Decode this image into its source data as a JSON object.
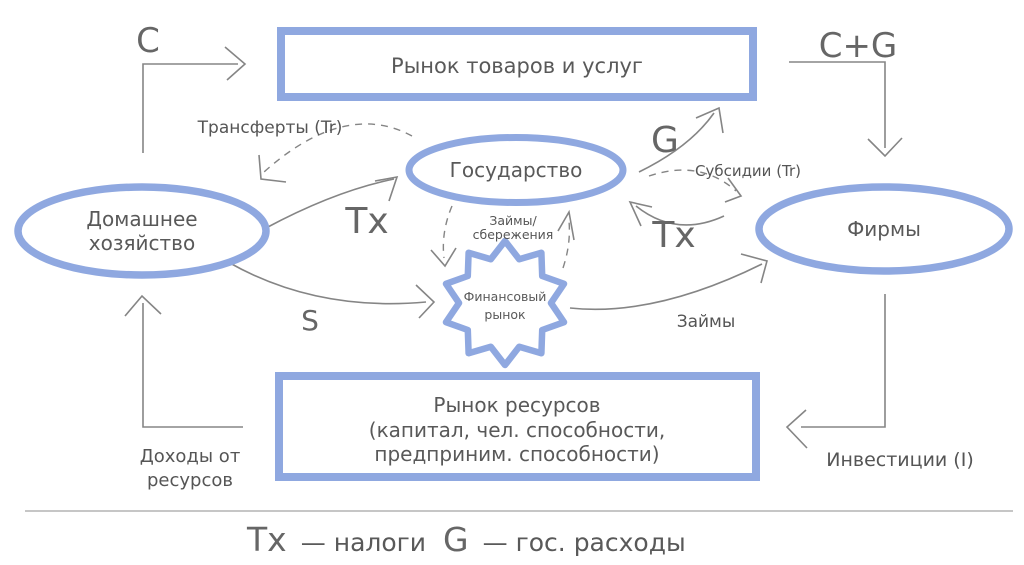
{
  "nodes": {
    "goods_market": {
      "label": "Рынок товаров и услуг"
    },
    "household": {
      "line1": "Домашнее",
      "line2": "хозяйство"
    },
    "government": {
      "label": "Государство"
    },
    "firms": {
      "label": "Фирмы"
    },
    "financial_market": {
      "line1": "Финансовый",
      "line2": "рынок"
    },
    "resources_market": {
      "line1": "Рынок ресурсов",
      "line2": "(капитал, чел. способности,",
      "line3": "предприним. способности)"
    }
  },
  "flow_labels": {
    "consumption": "C",
    "consumption_plus_gov": "C+G",
    "transfers": "Трансферты (Tr)",
    "taxes_household": "Tx",
    "gov_spending": "G",
    "subsidies": "Субсидии (Tr)",
    "taxes_firms": "Tx",
    "loans_savings_line1": "Займы/",
    "loans_savings_line2": "сбережения",
    "savings": "S",
    "loans": "Займы",
    "resource_income_line1": "Доходы от",
    "resource_income_line2": "ресурсов",
    "investments": "Инвестиции (I)"
  },
  "legend": {
    "tx_symbol": "Tx",
    "tx_meaning": "— налоги",
    "g_symbol": "G",
    "g_meaning": "— гос. расходы"
  },
  "colors": {
    "accent": "#8FA8E0",
    "arrow": "#858585",
    "text": "#595959"
  }
}
